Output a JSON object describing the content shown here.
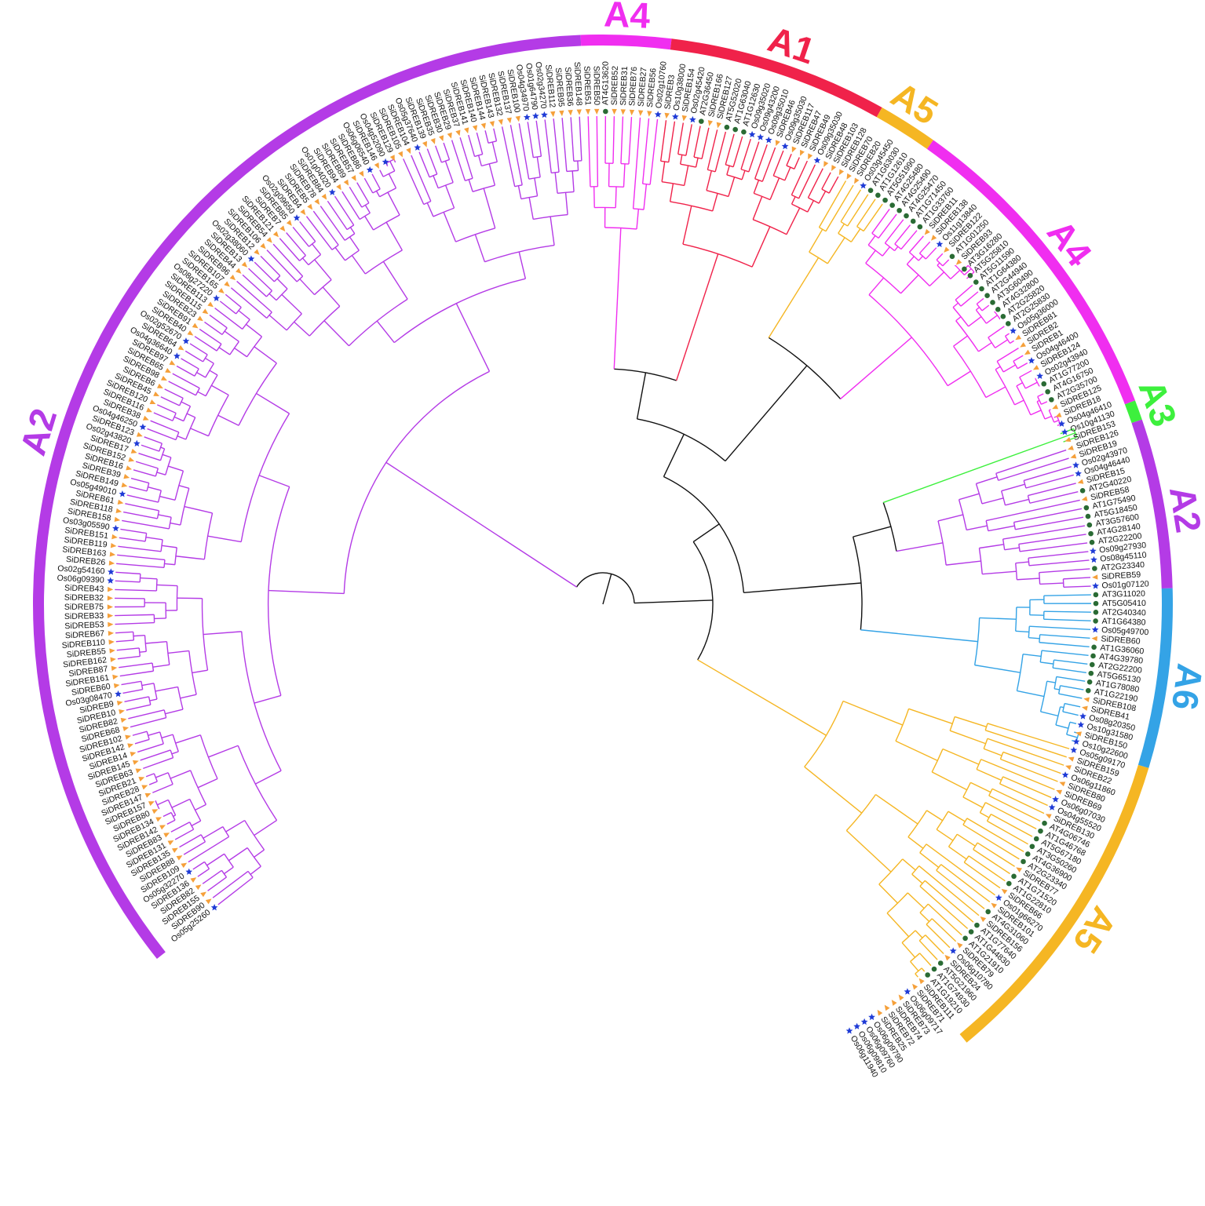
{
  "colors": {
    "A1": "#f0224a",
    "A2": "#b43be6",
    "A3": "#3df03d",
    "A4": "#f02ef0",
    "A5": "#f5b623",
    "A6": "#34a3e6",
    "backbone": "#111111",
    "marker_SiDREB": "#f5a03a",
    "marker_Os": "#1f3bd6",
    "marker_AT": "#2a6b34"
  },
  "clades": [
    {
      "id": "A2",
      "label": "A2",
      "color": "#b43be6",
      "from": 0,
      "to": 123,
      "label_at": 54
    },
    {
      "id": "A4",
      "label": "A4",
      "color": "#f02ef0",
      "from": 124,
      "to": 132,
      "label_at": 128
    },
    {
      "id": "A1",
      "label": "A1",
      "color": "#f0224a",
      "from": 133,
      "to": 154,
      "label_at": 144
    },
    {
      "id": "A5",
      "label": "A5",
      "color": "#f5b623",
      "from": 155,
      "to": 160,
      "label_at": 157
    },
    {
      "id": "A4",
      "label": "A4",
      "color": "#f02ef0",
      "from": 161,
      "to": 193,
      "label_at": 177
    },
    {
      "id": "A3",
      "label": "A3",
      "color": "#3df03d",
      "from": 194,
      "to": 195,
      "label_at": 194.5
    },
    {
      "id": "A2",
      "label": "A2",
      "color": "#b43be6",
      "from": 196,
      "to": 212,
      "label_at": 205
    },
    {
      "id": "A6",
      "label": "A6",
      "color": "#34a3e6",
      "from": 213,
      "to": 230,
      "label_at": 222
    },
    {
      "id": "A5",
      "label": "A5",
      "color": "#f5b623",
      "from": 231,
      "to": 263,
      "label_at": 247
    }
  ],
  "leaves": [
    "Os05g25260",
    "SiDREB90",
    "SiDREB155",
    "SiDREB82",
    "SiDREB136",
    "Os05g32270",
    "SiDREB109",
    "SiDREB88",
    "SiDREB135",
    "SiDREB131",
    "SiDREB83",
    "SiDREB142",
    "SiDREB134",
    "SiDREB80",
    "SiDREB157",
    "SiDREB147",
    "SiDREB28",
    "SiDREB21",
    "SiDREB63",
    "SiDREB145",
    "SiDREB14",
    "SiDREB142",
    "SiDREB102",
    "SiDREB68",
    "SiDREB82",
    "SiDREB10",
    "SiDREB9",
    "Os03g08470",
    "SiDREB60",
    "SiDREB161",
    "SiDREB87",
    "SiDREB162",
    "SiDREB55",
    "SiDREB110",
    "SiDREB67",
    "SiDREB53",
    "SiDREB33",
    "SiDREB75",
    "SiDREB32",
    "SiDREB43",
    "Os06g09390",
    "Os02g54160",
    "SiDREB26",
    "SiDREB163",
    "SiDREB119",
    "SiDREB151",
    "Os03g05590",
    "SiDREB158",
    "SiDREB118",
    "SiDREB61",
    "Os05g49010",
    "SiDREB149",
    "SiDREB39",
    "SiDREB16",
    "SiDREB152",
    "SiDREB17",
    "Os02g43820",
    "SiDREB123",
    "Os04g46250",
    "SiDREB38",
    "SiDREB116",
    "SiDREB120",
    "SiDREB45",
    "SiDREB6",
    "SiDREB98",
    "SiDREB65",
    "SiDREB97",
    "Os04g36640",
    "SiDREB64",
    "Os02g52670",
    "SiDREB40",
    "SiDREB91",
    "SiDREB23",
    "SiDREB115",
    "SiDREB113",
    "Os08g27220",
    "SiDREB165",
    "SiDREB107",
    "SiDREB96",
    "SiDREB44",
    "SiDREB13",
    "Os02g38060",
    "SiDREB12",
    "SiDREB106",
    "SiDREB54",
    "SiDREB121",
    "SiDREB7",
    "SiDREB85",
    "Os02g09650",
    "SiDREB4",
    "SiDREB5",
    "SiDREB78",
    "SiDREB84",
    "Os01g04020",
    "SiDREB94",
    "SiDREB89",
    "SiDREB57",
    "SiDREB86",
    "Os06g06540",
    "SiDREB146",
    "Os04g52090",
    "SiDREB129",
    "SiDREB105",
    "SiDREB104",
    "Os05g37640",
    "SiDREB139",
    "SiDREB35",
    "SiDREB30",
    "SiDREB29",
    "SiDREB37",
    "SiDREB141",
    "SiDREB140",
    "SiDREB144",
    "SiDREB143",
    "SiDREB132",
    "SiDREB137",
    "SiDREB100",
    "Os04g34970",
    "Os01g64790",
    "Os02g34270",
    "SiDREB112",
    "SiDREB95",
    "SiDREB36",
    "SiDREB148",
    "SiDREB51",
    "SiDREB50",
    "AT4G13620",
    "SiDREB52",
    "SiDREB31",
    "SiDREB76",
    "SiDREB27",
    "SiDREB56",
    "Os02g10760",
    "SiDREB3",
    "Os10g38000",
    "SiDREB154",
    "Os02g45420",
    "AT2G36450",
    "SiDREB166",
    "SiDREB127",
    "AT5G52020",
    "AT1G63040",
    "AT1G12630",
    "Os09g35020",
    "Os09g43200",
    "Os09g35010",
    "SiDREB46",
    "Os09g35030",
    "SiDREB117",
    "SiDREB47",
    "SiDREB49",
    "Os09g35030",
    "SiDREB48",
    "SiDREB103",
    "SiDREB128",
    "SiDREB70",
    "SiDREB20",
    "Os03g45450",
    "AT1G63030",
    "AT1G12610",
    "AT5G51990",
    "AT4G25480",
    "AT4G25490",
    "AT4G25470",
    "AT1G71450",
    "AT1G33760",
    "SiDREB11",
    "SiDREB138",
    "Os11g13840",
    "SiDREB122",
    "AT1G01250",
    "SiDREB93",
    "AT3G16280",
    "AT5G25810",
    "AT5G11590",
    "AT1G64380",
    "AT2G44940",
    "AT3G60490",
    "AT4G32800",
    "AT2G25820",
    "AT2G25830",
    "Os05g36000",
    "SiDREB81",
    "SiDREB2",
    "SiDREB1",
    "Os04g46400",
    "SiDREB124",
    "Os02g43940",
    "AT1G77200",
    "AT4G16750",
    "AT2G35700",
    "SiDREB125",
    "SiDREB18",
    "Os04g46410",
    "Os10g41130",
    "SiDREB153",
    "SiDREB126",
    "SiDREB19",
    "Os02g43970",
    "Os04g46440",
    "SiDREB15",
    "AT2G40220",
    "SiDREB58",
    "AT1G75490",
    "AT5G18450",
    "AT3G57600",
    "AT4G28140",
    "AT2G22200",
    "Os09g27930",
    "Os08g45110",
    "AT2G23340",
    "SiDREB59",
    "Os01g07120",
    "AT3G11020",
    "AT5G05410",
    "AT2G40340",
    "AT1G64380",
    "Os05g49700",
    "SiDREB60",
    "AT1G36060",
    "AT4G39780",
    "AT2G22200",
    "AT5G65130",
    "AT1G78080",
    "AT1G22190",
    "SiDREB108",
    "SiDREB41",
    "Os08g20350",
    "Os10g31580",
    "SiDREB150",
    "Os10g22600",
    "Os05g09170",
    "SiDREB159",
    "SiDREB22",
    "Os06g11860",
    "SiDREB80",
    "SiDREB69",
    "Os06g07030",
    "Os04g55520",
    "SiDREB130",
    "AT4G06746",
    "AT1G46768",
    "AT5G67180",
    "AT3G50260",
    "AT4G36900",
    "AT2G23340",
    "SiDREB77",
    "AT1G71520",
    "AT1G22810",
    "SiDREB66",
    "Os01g66270",
    "SiDREB101",
    "AT4G31060",
    "SiDREB156",
    "AT1G77640",
    "AT1G44830",
    "AT1G21910",
    "SiDREB79",
    "Os06g10780",
    "SiDREB24",
    "AT5G21960",
    "AT1G74930",
    "AT1G19210",
    "SiDREB111",
    "SiDREB71",
    "Os06g09717",
    "SiDREB73",
    "SiDREB74",
    "SiDREB72",
    "SiDREB25",
    "Os06g09790",
    "Os06g09760",
    "Os06g09810",
    "Os06g11940"
  ]
}
